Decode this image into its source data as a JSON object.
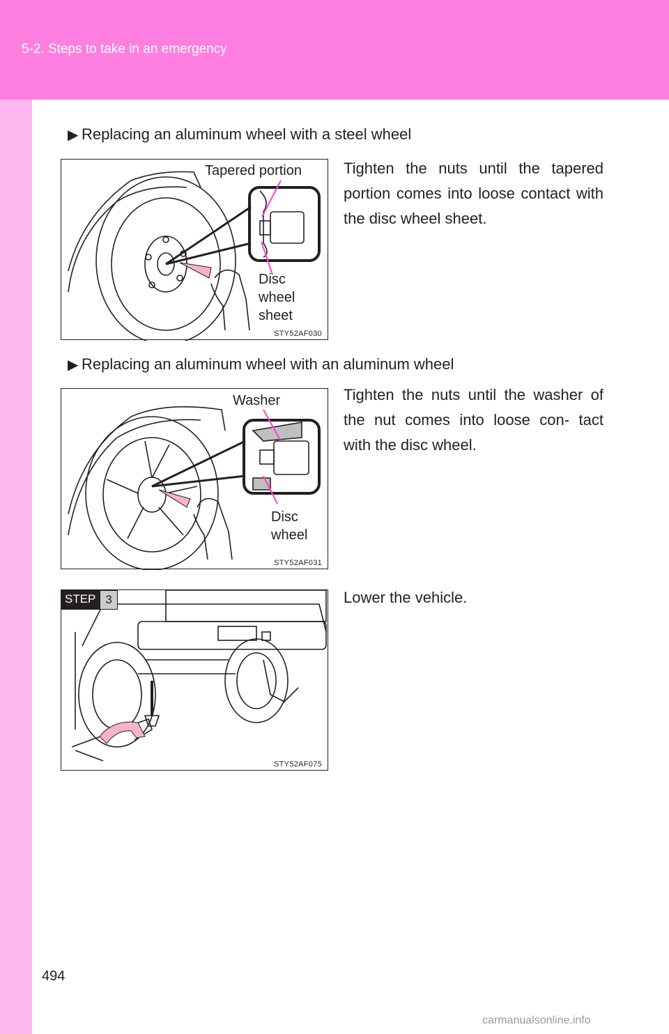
{
  "header": {
    "section": "5-2. Steps to take in an emergency"
  },
  "sections": [
    {
      "bullet": "Replacing an aluminum wheel with a steel wheel",
      "instruction": "Tighten the nuts until the tapered portion comes into loose contact with the disc wheel sheet.",
      "figure": {
        "label_top": "Tapered portion",
        "label_bottom_lines": [
          "Disc",
          "wheel",
          "sheet"
        ],
        "code": "STY52AF030"
      }
    },
    {
      "bullet": "Replacing an aluminum wheel with an aluminum wheel",
      "instruction": "Tighten the nuts until the washer of the nut comes into loose con- tact with the disc wheel.",
      "figure": {
        "label_top": "Washer",
        "label_bottom_lines": [
          "Disc",
          "wheel"
        ],
        "code": "STY52AF031"
      }
    },
    {
      "step_word": "STEP",
      "step_number": "3",
      "instruction": "Lower the vehicle.",
      "figure": {
        "code": "STY52AF075"
      }
    }
  ],
  "footer": {
    "page_number": "494",
    "watermark": "carmanualsonline.info"
  },
  "colors": {
    "header": "#ff7fe0",
    "sidebar": "#ffb8ef",
    "callout": "#ff3fd0",
    "arrow_fill": "#f7b3c9"
  }
}
